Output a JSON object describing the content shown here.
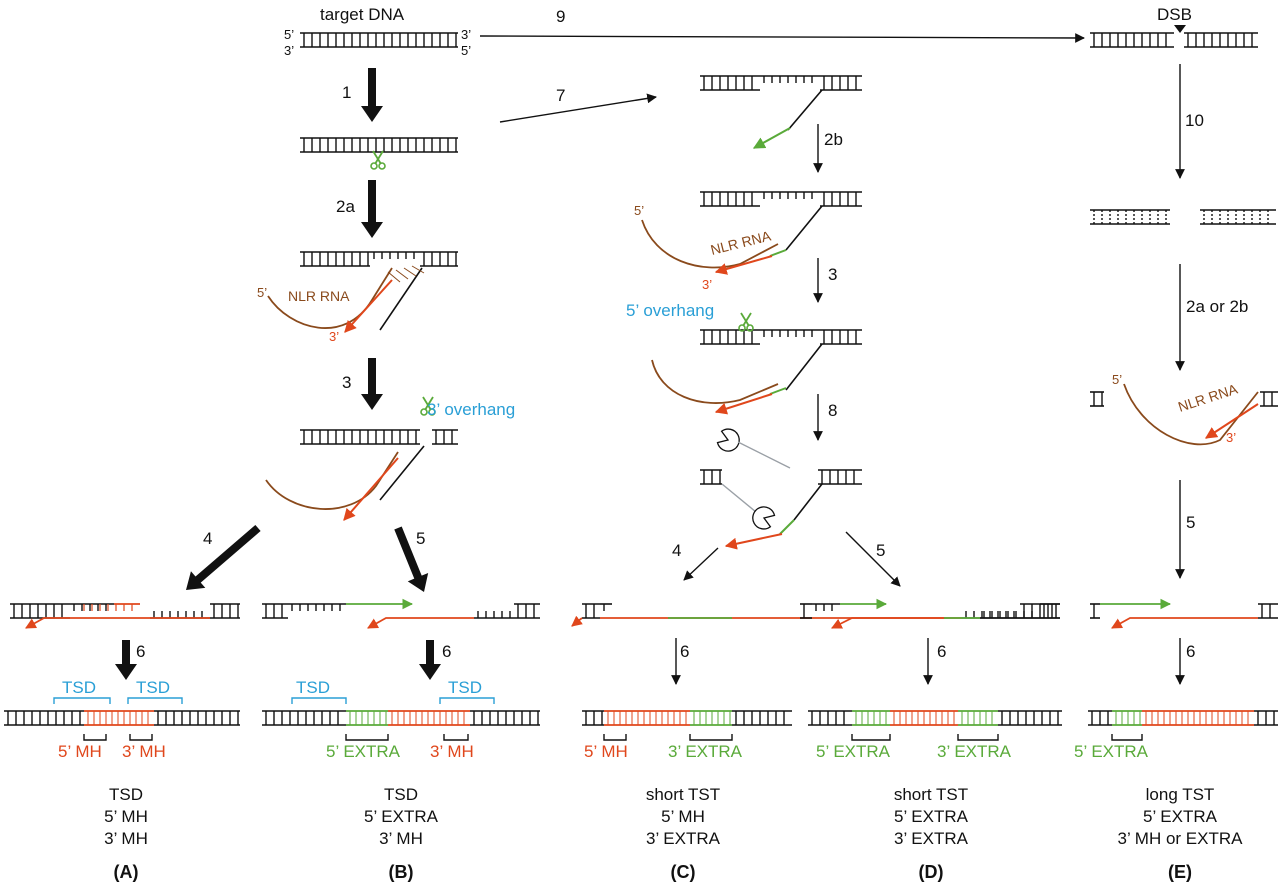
{
  "colors": {
    "dna": "#111111",
    "rna": "#8a4a1c",
    "red": "#e0471c",
    "green": "#5aaa3a",
    "blue": "#2a9fd6",
    "grey": "#9aa0a6"
  },
  "top": {
    "target_label": "target DNA",
    "end_5_left": "5’",
    "end_3_left": "3’",
    "end_3_right": "3’",
    "end_5_right": "5’",
    "dsb_label": "DSB"
  },
  "steps": {
    "s1": "1",
    "s2a": "2a",
    "s2b": "2b",
    "s3": "3",
    "s4": "4",
    "s5": "5",
    "s6": "6",
    "s7": "7",
    "s8": "8",
    "s9": "9",
    "s10": "10",
    "s2a_or_2b": "2a or 2b"
  },
  "labels": {
    "nlr_rna": "NLR RNA",
    "five_prime": "5’",
    "three_prime": "3’",
    "overhang3": "3’ overhang",
    "overhang5": "5’ overhang",
    "tsd": "TSD",
    "mh5": "5’ MH",
    "mh3": "3’ MH",
    "extra5": "5’ EXTRA",
    "extra3": "3’ EXTRA"
  },
  "panels": [
    {
      "letter": "(A)",
      "lines": [
        "TSD",
        "5’ MH",
        "3’ MH"
      ]
    },
    {
      "letter": "(B)",
      "lines": [
        "TSD",
        "5’ EXTRA",
        "3’ MH"
      ]
    },
    {
      "letter": "(C)",
      "lines": [
        "short TST",
        "5’ MH",
        "3’ EXTRA"
      ]
    },
    {
      "letter": "(D)",
      "lines": [
        "short TST",
        "5’ EXTRA",
        "3’ EXTRA"
      ]
    },
    {
      "letter": "(E)",
      "lines": [
        "long TST",
        "5’ EXTRA",
        "3’ MH or EXTRA"
      ]
    }
  ]
}
